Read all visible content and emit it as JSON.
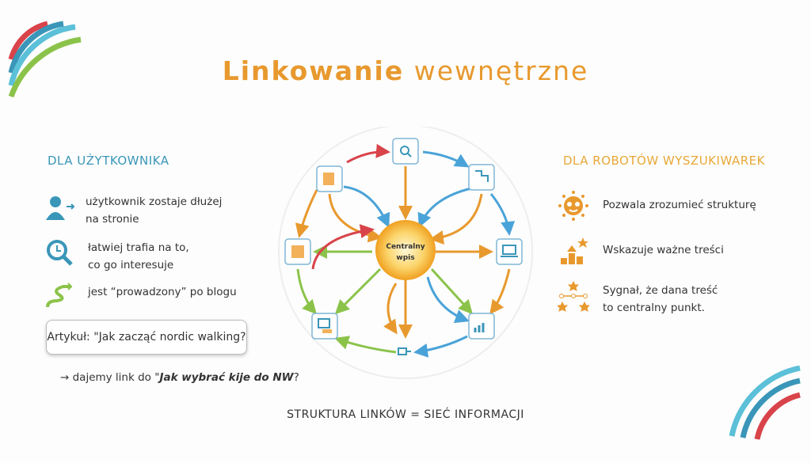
{
  "title": {
    "bold": "Linkowanie",
    "rest": "wewnętrzne"
  },
  "left": {
    "heading": "DLA UŻYTKOWNIKA",
    "items": [
      {
        "icon": "user-arrow-icon",
        "line1": "użytkownik zostaje dłużej",
        "line2": "na stronie"
      },
      {
        "icon": "search-clock-icon",
        "line1": "łatwiej trafia na to,",
        "line2": "co go interesuje"
      },
      {
        "icon": "winding-path-icon",
        "line1": "jest “prowadzony” po blogu",
        "line2": ""
      }
    ],
    "article": "Artykuł: \"Jak zacząć nordic walking?",
    "link_prefix": "→ dajemy link  do  \"",
    "link_title": "Jak wybrać kije do NW",
    "link_suffix": "?"
  },
  "right": {
    "heading": "DLA ROBOTÓW WYSZUKIWAREK",
    "items": [
      {
        "icon": "robot-gear-icon",
        "line1": "Pozwala zrozumieć strukturę",
        "line2": ""
      },
      {
        "icon": "growth-star-icon",
        "line1": "Wskazuje ważne treści",
        "line2": ""
      },
      {
        "icon": "network-stars-icon",
        "line1": "Sygnał,  że dana treść",
        "line2": "to centralny punkt."
      }
    ]
  },
  "center": {
    "line1": "Centralny",
    "line2": "wpis"
  },
  "footer": "STRUKTURA LINKÓW = SIEĆ INFORMACJI",
  "colors": {
    "orange": "#e8992e",
    "teal": "#3a96b8",
    "red": "#d9434a",
    "green": "#8bc34a",
    "blue": "#4aa3d8"
  }
}
